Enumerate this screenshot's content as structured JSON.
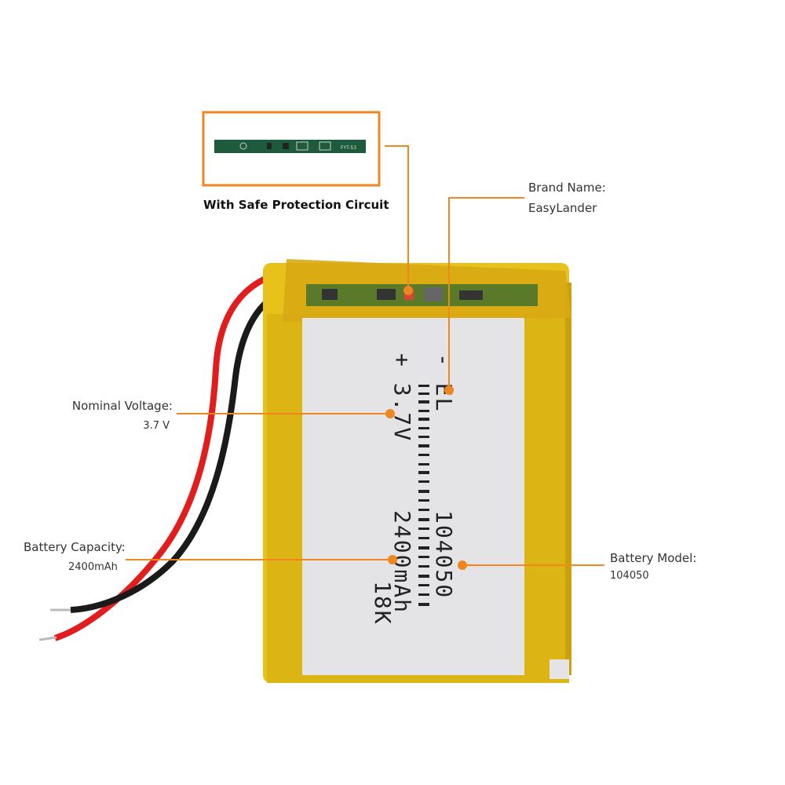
{
  "colors": {
    "accent": "#f0861f",
    "battery_wrap": "#e8c21a",
    "label": "#e4e4e6",
    "pcb": "#1e5a3c",
    "wire_red": "#e21d1d",
    "wire_black": "#1a1a1a"
  },
  "protection_circuit": {
    "caption": "With Safe Protection Circuit",
    "pcb_marking": "FYT-53"
  },
  "callouts": {
    "brand": {
      "label": "Brand Name:",
      "value": "EasyLander"
    },
    "voltage": {
      "label": "Nominal Voltage:",
      "value": "3.7 V"
    },
    "capacity": {
      "label": "Battery  Capacity:",
      "value": "2400mAh"
    },
    "model": {
      "label": "Battery Model:",
      "value": "104050"
    }
  },
  "battery_label": {
    "col1": "-  EL",
    "col1b": "104050",
    "col2": "+  3.7V",
    "col2b": "2400mAh",
    "col3": "18K"
  }
}
